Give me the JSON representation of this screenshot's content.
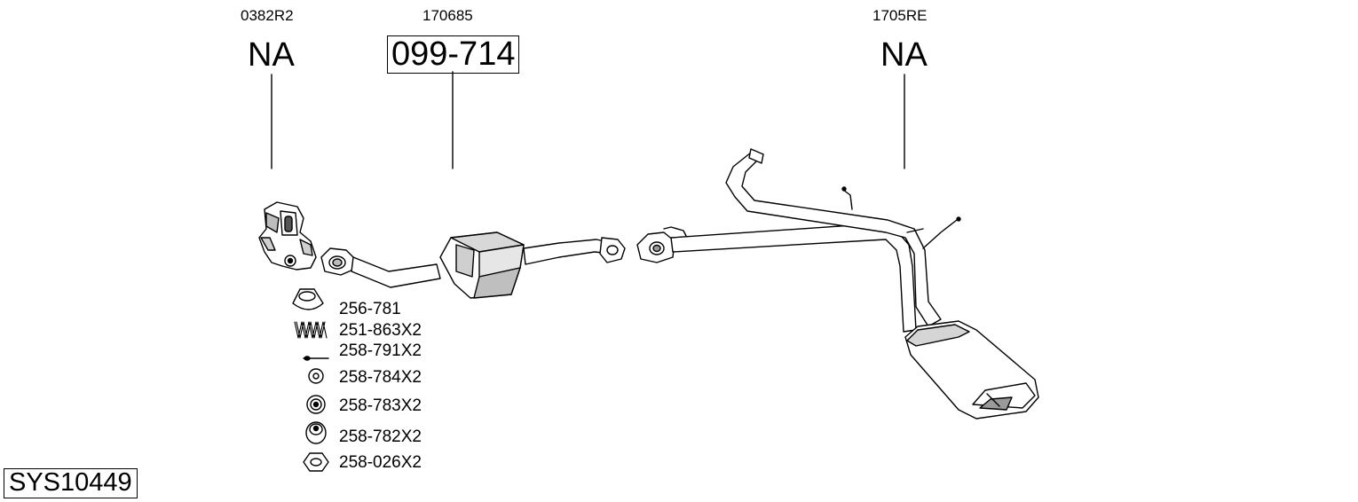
{
  "diagram": {
    "system_code": "SYS10449",
    "components": [
      {
        "ref": "0382R2",
        "part_number": "NA",
        "boxed": false
      },
      {
        "ref": "170685",
        "part_number": "099-714",
        "boxed": true
      },
      {
        "ref": "1705RE",
        "part_number": "NA",
        "boxed": false
      }
    ],
    "fitting_parts": [
      {
        "label": "256-781",
        "icon": "gasket-ring-icon"
      },
      {
        "label": "251-863X2",
        "icon": "spring-icon"
      },
      {
        "label": "258-791X2",
        "icon": "bolt-icon"
      },
      {
        "label": "258-784X2",
        "icon": "washer-icon"
      },
      {
        "label": "258-783X2",
        "icon": "rubber-mount-icon"
      },
      {
        "label": "258-782X2",
        "icon": "rubber-bush-icon"
      },
      {
        "label": "258-026X2",
        "icon": "hex-nut-icon"
      }
    ]
  }
}
